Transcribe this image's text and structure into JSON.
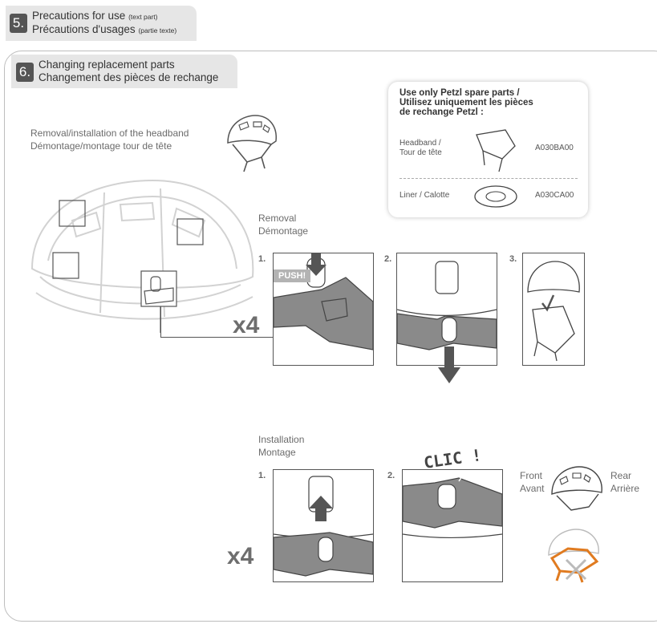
{
  "section5": {
    "number": "5.",
    "line1": "Precautions for use",
    "line1_small": "(text part)",
    "line2": "Précautions d'usages",
    "line2_small": "(partie texte)"
  },
  "section6": {
    "number": "6.",
    "line1": "Changing replacement parts",
    "line2": "Changement des pièces de rechange"
  },
  "headband": {
    "line1": "Removal/installation of the headband",
    "line2": "Démontage/montage tour de tête"
  },
  "removal": {
    "line1": "Removal",
    "line2": "Démontage",
    "multiplier": "x4",
    "push": "PUSH!",
    "steps": [
      "1.",
      "2.",
      "3."
    ]
  },
  "installation": {
    "line1": "Installation",
    "line2": "Montage",
    "multiplier": "x4",
    "clic": "CLIC !",
    "steps": [
      "1.",
      "2."
    ]
  },
  "orientation": {
    "front": "Front",
    "front_fr": "Avant",
    "rear": "Rear",
    "rear_fr": "Arrière"
  },
  "spare_parts": {
    "title1": "Use only Petzl spare parts /",
    "title2": "Utilisez uniquement les pièces",
    "title3": "de rechange Petzl :",
    "items": [
      {
        "label1": "Headband /",
        "label2": "Tour de tête",
        "code": "A030BA00"
      },
      {
        "label1": "Liner / Calotte",
        "label2": "",
        "code": "A030CA00"
      }
    ]
  },
  "colors": {
    "tab_bg": "#e6e6e6",
    "number_bg": "#555555",
    "accent_orange": "#e07b20"
  }
}
